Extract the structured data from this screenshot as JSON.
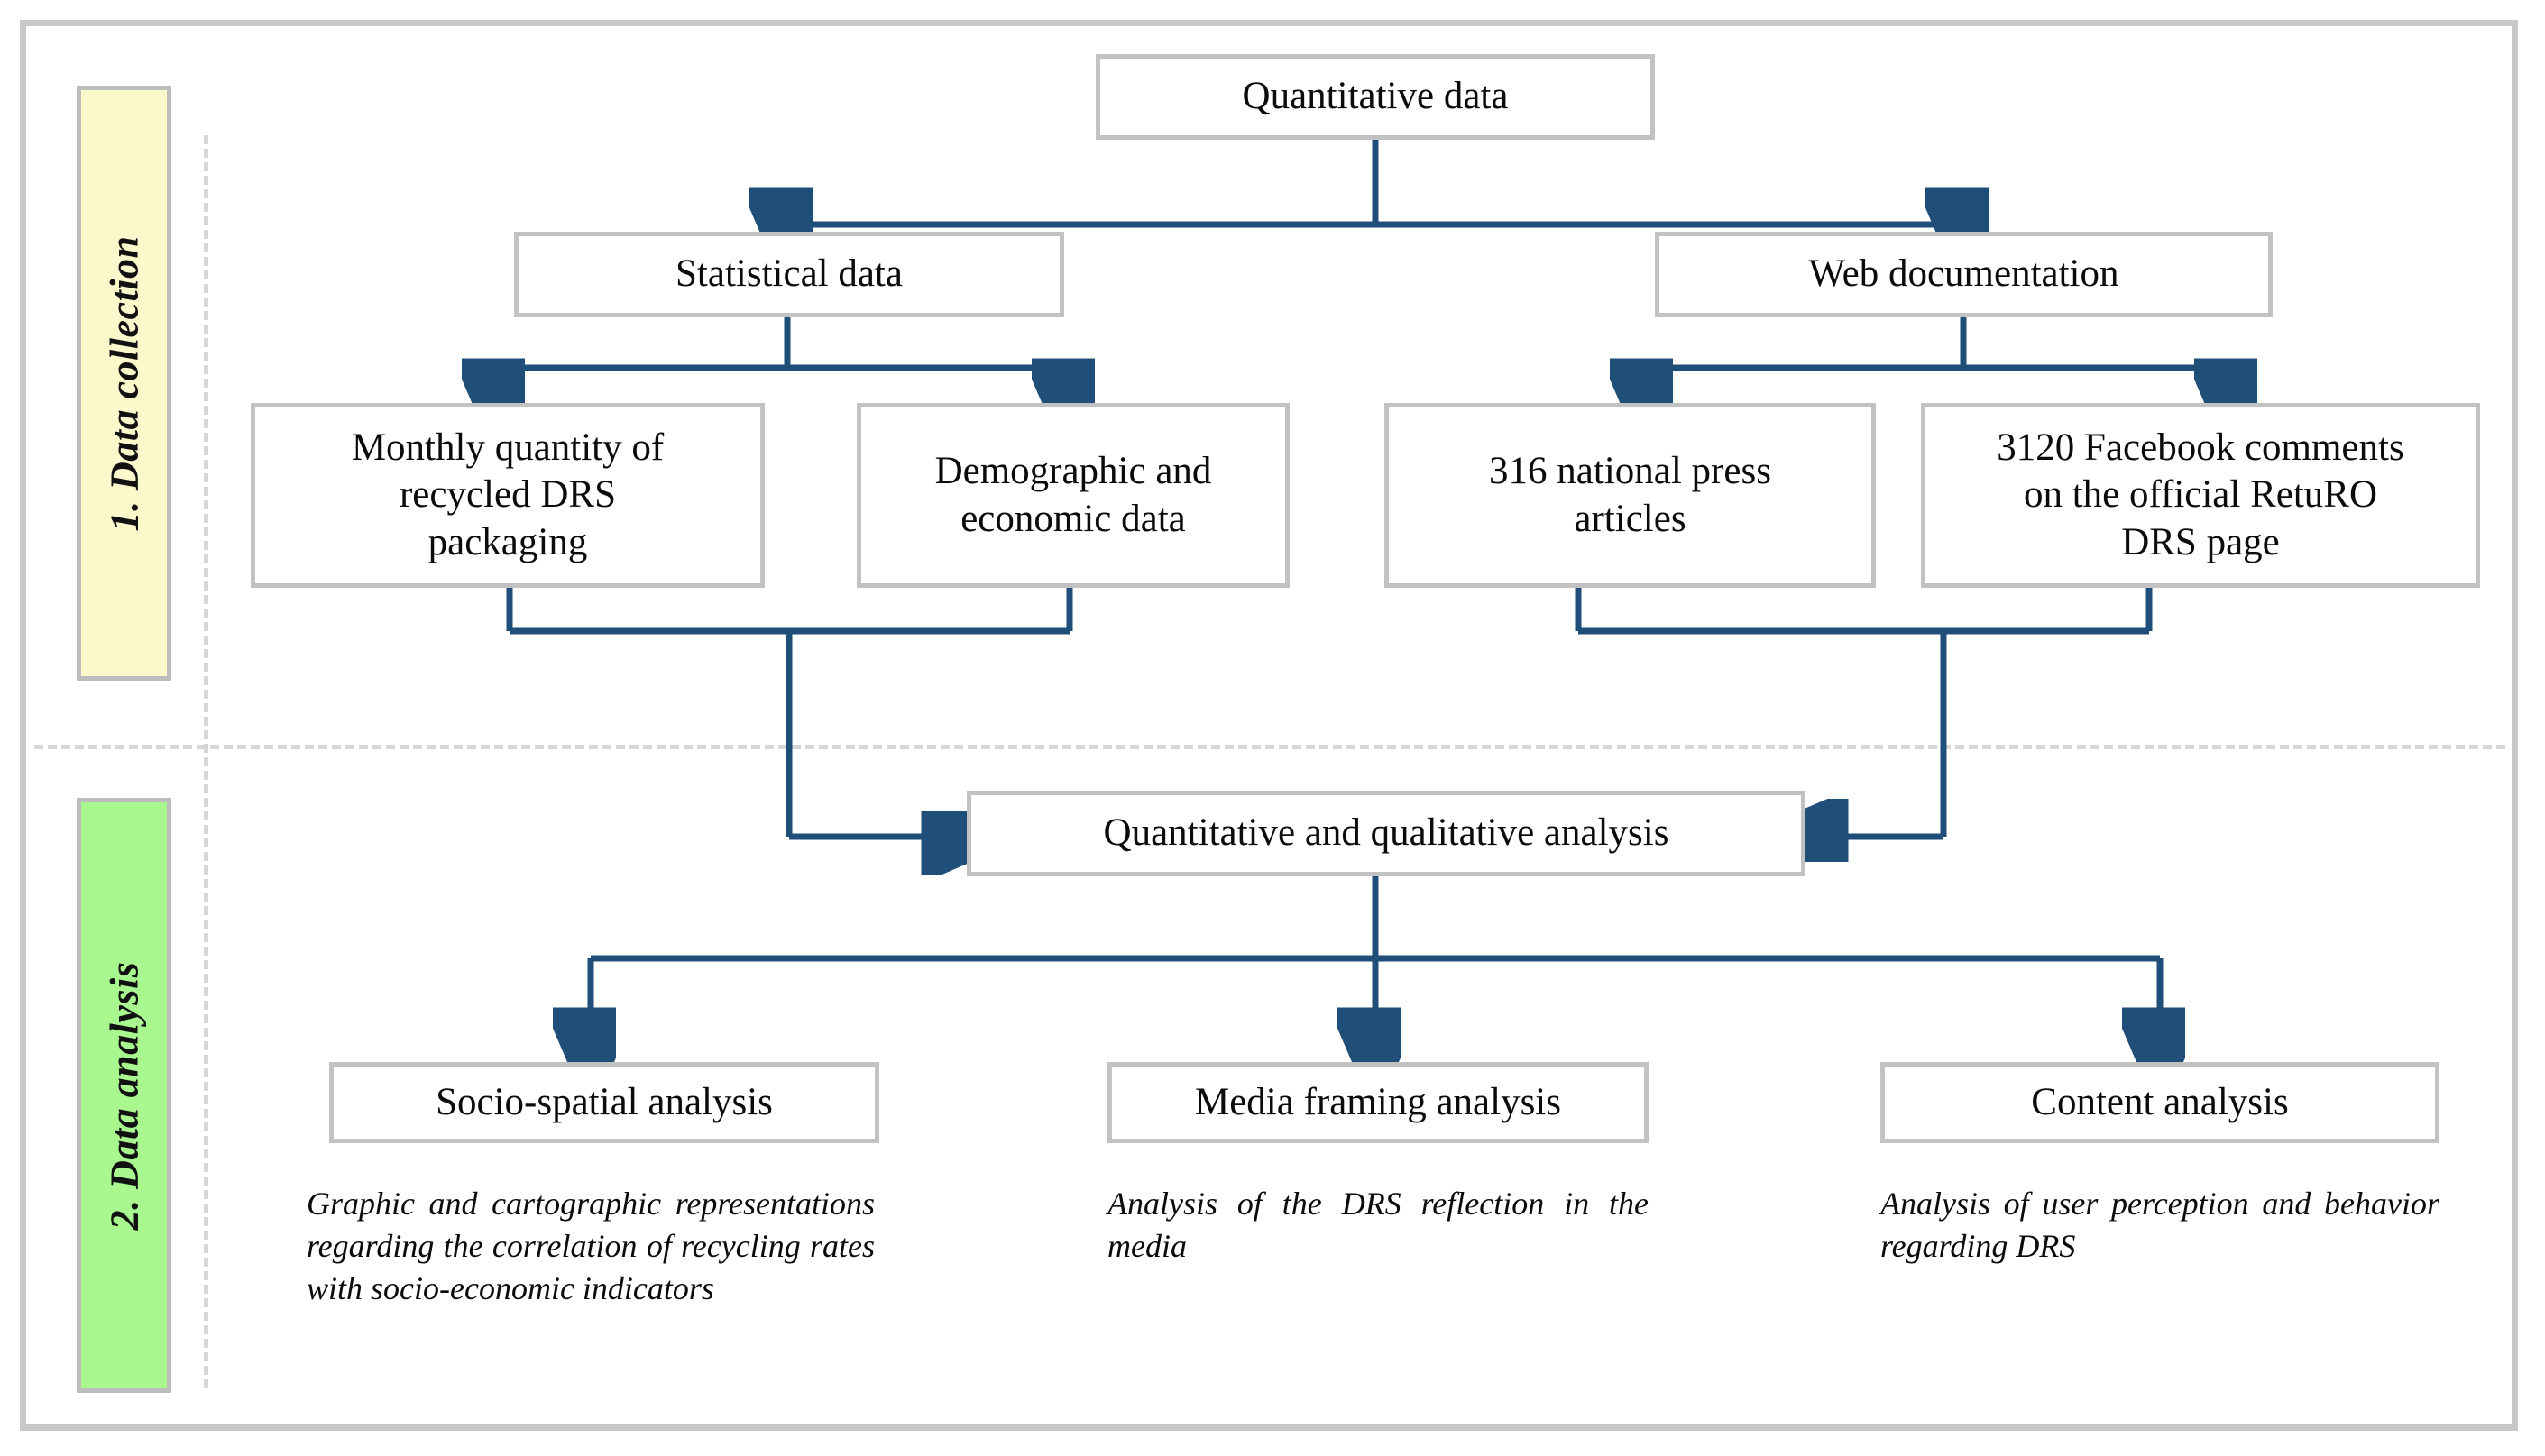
{
  "diagram": {
    "title": "Research methodology flowchart",
    "accent_color": "#1f4e79",
    "box_border_color": "#c2c2c2",
    "frame_color": "#c9c9c9",
    "divider_color": "#d6d6d6"
  },
  "phases": [
    {
      "id": "data-collection",
      "label": "1.  Data collection",
      "background": "#fbf8cc"
    },
    {
      "id": "data-analysis",
      "label": "2.  Data analysis",
      "background": "#a8f78f"
    }
  ],
  "nodes": {
    "root": {
      "label": "Quantitative data"
    },
    "statistical": {
      "label": "Statistical data"
    },
    "web": {
      "label": "Web documentation"
    },
    "monthly": {
      "label": "Monthly quantity of\nrecycled DRS\npackaging"
    },
    "demographic": {
      "label": "Demographic and\neconomic data"
    },
    "press": {
      "label": "316 national press\narticles"
    },
    "facebook": {
      "label": "3120 Facebook comments\non the official RetuRO\nDRS page"
    },
    "analysis": {
      "label": "Quantitative and qualitative analysis"
    },
    "socio_spatial": {
      "label": "Socio-spatial analysis"
    },
    "media_framing": {
      "label": "Media framing analysis"
    },
    "content": {
      "label": "Content analysis"
    }
  },
  "descriptions": {
    "socio_spatial": "Graphic and cartographic representations regarding the correlation of recycling rates with socio-economic indicators",
    "media_framing": "Analysis of the DRS reflection in the media",
    "content": "Analysis of user perception and behavior regarding DRS"
  },
  "chart_data": {
    "type": "diagram",
    "title": "Research methodology flowchart",
    "nodes": [
      {
        "id": "root",
        "label": "Quantitative data",
        "level": 0,
        "phase": "data-collection"
      },
      {
        "id": "statistical",
        "label": "Statistical data",
        "level": 1,
        "phase": "data-collection"
      },
      {
        "id": "web",
        "label": "Web documentation",
        "level": 1,
        "phase": "data-collection"
      },
      {
        "id": "monthly",
        "label": "Monthly quantity of recycled DRS packaging",
        "level": 2,
        "phase": "data-collection"
      },
      {
        "id": "demographic",
        "label": "Demographic and economic data",
        "level": 2,
        "phase": "data-collection"
      },
      {
        "id": "press",
        "label": "316 national press articles",
        "level": 2,
        "phase": "data-collection"
      },
      {
        "id": "facebook",
        "label": "3120 Facebook comments on the official RetuRO DRS page",
        "level": 2,
        "phase": "data-collection"
      },
      {
        "id": "analysis",
        "label": "Quantitative and qualitative analysis",
        "level": 3,
        "phase": "data-analysis"
      },
      {
        "id": "socio_spatial",
        "label": "Socio-spatial analysis",
        "level": 4,
        "phase": "data-analysis"
      },
      {
        "id": "media_framing",
        "label": "Media framing analysis",
        "level": 4,
        "phase": "data-analysis"
      },
      {
        "id": "content",
        "label": "Content analysis",
        "level": 4,
        "phase": "data-analysis"
      }
    ],
    "edges": [
      {
        "from": "root",
        "to": "statistical"
      },
      {
        "from": "root",
        "to": "web"
      },
      {
        "from": "statistical",
        "to": "monthly"
      },
      {
        "from": "statistical",
        "to": "demographic"
      },
      {
        "from": "web",
        "to": "press"
      },
      {
        "from": "web",
        "to": "facebook"
      },
      {
        "from": "monthly",
        "to": "analysis"
      },
      {
        "from": "demographic",
        "to": "analysis"
      },
      {
        "from": "press",
        "to": "analysis"
      },
      {
        "from": "facebook",
        "to": "analysis"
      },
      {
        "from": "analysis",
        "to": "socio_spatial"
      },
      {
        "from": "analysis",
        "to": "media_framing"
      },
      {
        "from": "analysis",
        "to": "content"
      }
    ],
    "counts": {
      "press_articles": 316,
      "facebook_comments": 3120
    }
  }
}
